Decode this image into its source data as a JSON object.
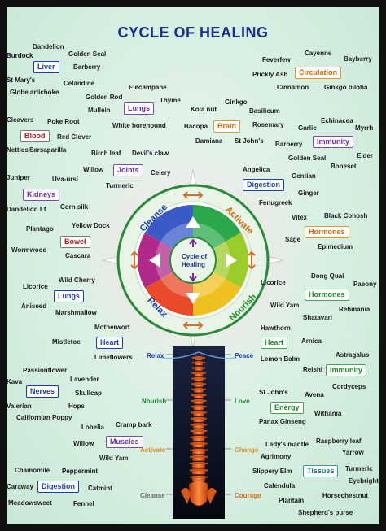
{
  "title": "CYCLE OF HEALING",
  "colors": {
    "blue": "#1a3ea8",
    "red": "#b01818",
    "orange": "#d06a10",
    "green": "#1c8a2a",
    "purple": "#6a2a9a",
    "teal": "#187a78"
  },
  "wheel": {
    "center_line1": "Cycle of",
    "center_line2": "Healing",
    "cleanse": "Cleanse",
    "activate": "Activate",
    "nourish": "Nourish",
    "relax": "Relax"
  },
  "spine": {
    "relax": "Relax",
    "peace": "Peace",
    "nourish": "Nourish",
    "love": "Love",
    "activate": "Activate",
    "change": "Change",
    "cleanse": "Cleanse",
    "courage": "Courage"
  },
  "left": {
    "liver": [
      "Dandelion",
      "Burdock",
      "Golden Seal",
      "Liver",
      "Barberry",
      "St Mary's",
      "Celandine",
      "Globe artichoke",
      "Golden Rod"
    ],
    "lungs1": [
      "Elecampane",
      "Thyme",
      "Mullein",
      "Lungs"
    ],
    "blood": [
      "Cleavers",
      "Poke Root",
      "White horehound",
      "Blood",
      "Red Clover",
      "Nettles",
      "Sarsaparilla"
    ],
    "joints": [
      "Birch leaf",
      "Devil's claw",
      "Willow",
      "Joints",
      "Celery",
      "Turmeric"
    ],
    "kidneys": [
      "Juniper",
      "Uva-ursi",
      "Kidneys",
      "Dandelion Lf",
      "Corn silk"
    ],
    "bowel": [
      "Plantago",
      "Yellow Dock",
      "Bowel",
      "Wormwood",
      "Cascara"
    ],
    "lungs2": [
      "Wild Cherry",
      "Licorice",
      "Lungs",
      "Aniseed",
      "Marshmallow"
    ],
    "heart": [
      "Motherwort",
      "Mistletoe",
      "Heart",
      "Limeflowers"
    ],
    "nerves": [
      "Passionflower",
      "Kava",
      "Lavender",
      "Nerves",
      "Skullcap",
      "Valerian",
      "Hops",
      "Californian Poppy"
    ],
    "muscles": [
      "Lobelia",
      "Cramp bark",
      "Willow",
      "Muscles",
      "Wild Yam"
    ],
    "digestion": [
      "Chamomile",
      "Peppermint",
      "Caraway",
      "Digestion",
      "Catmint",
      "Meadowsweet",
      "Fennel"
    ]
  },
  "right": {
    "circulation": [
      "Cayenne",
      "Feverfew",
      "Bayberry",
      "Prickly Ash",
      "Circulation",
      "Cinnamon",
      "Ginkgo biloba"
    ],
    "brain": [
      "Ginkgo",
      "Kola nut",
      "Basilicum",
      "Bacopa",
      "Brain",
      "Rosemary",
      "Garlic",
      "Echinacea",
      "Myrrh"
    ],
    "immunity1": [
      "Damiana",
      "St John's",
      "Barberry",
      "Immunity",
      "Golden Seal",
      "Elder",
      "Boneset"
    ],
    "digestion": [
      "Angelica",
      "Gentian",
      "Digestion",
      "Ginger",
      "Fenugreek"
    ],
    "hormones1": [
      "Vitex",
      "Black Cohosh",
      "Hormones",
      "Sage",
      "Epimedium"
    ],
    "hormones2": [
      "Dong Quai",
      "Licorice",
      "Paeony",
      "Hormones",
      "Wild Yam",
      "Rehmania",
      "Shatavari"
    ],
    "heart": [
      "Hawthorn",
      "Heart",
      "Arnica",
      "Lemon Balm"
    ],
    "immunity2": [
      "Astragalus",
      "Reishi",
      "Immunity",
      "Cordyceps"
    ],
    "energy": [
      "St John's",
      "Avena",
      "Energy",
      "Withania",
      "Panax Ginseng"
    ],
    "tissues": [
      "Lady's mantle",
      "Raspberry leaf",
      "Yarrow",
      "Agrimony",
      "Slippery Elm",
      "Tissues",
      "Turmeric",
      "Eyebright",
      "Calendula",
      "Plantain",
      "Horsechestnut",
      "Shepherd's purse"
    ]
  }
}
